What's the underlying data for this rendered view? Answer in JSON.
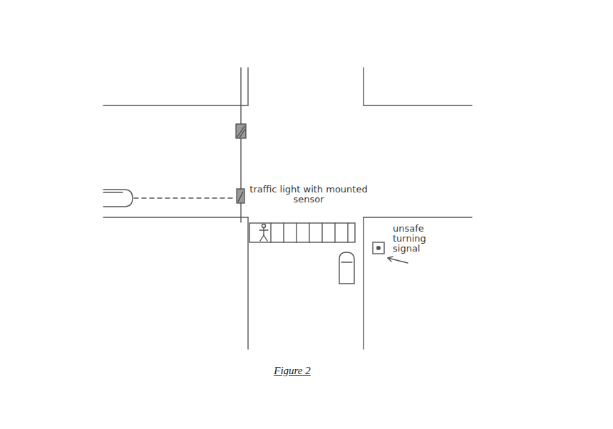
{
  "diagram": {
    "caption": "Figure 2",
    "labels": [
      "traffic light with mounted sensor",
      "unsafe turning signal"
    ]
  }
}
